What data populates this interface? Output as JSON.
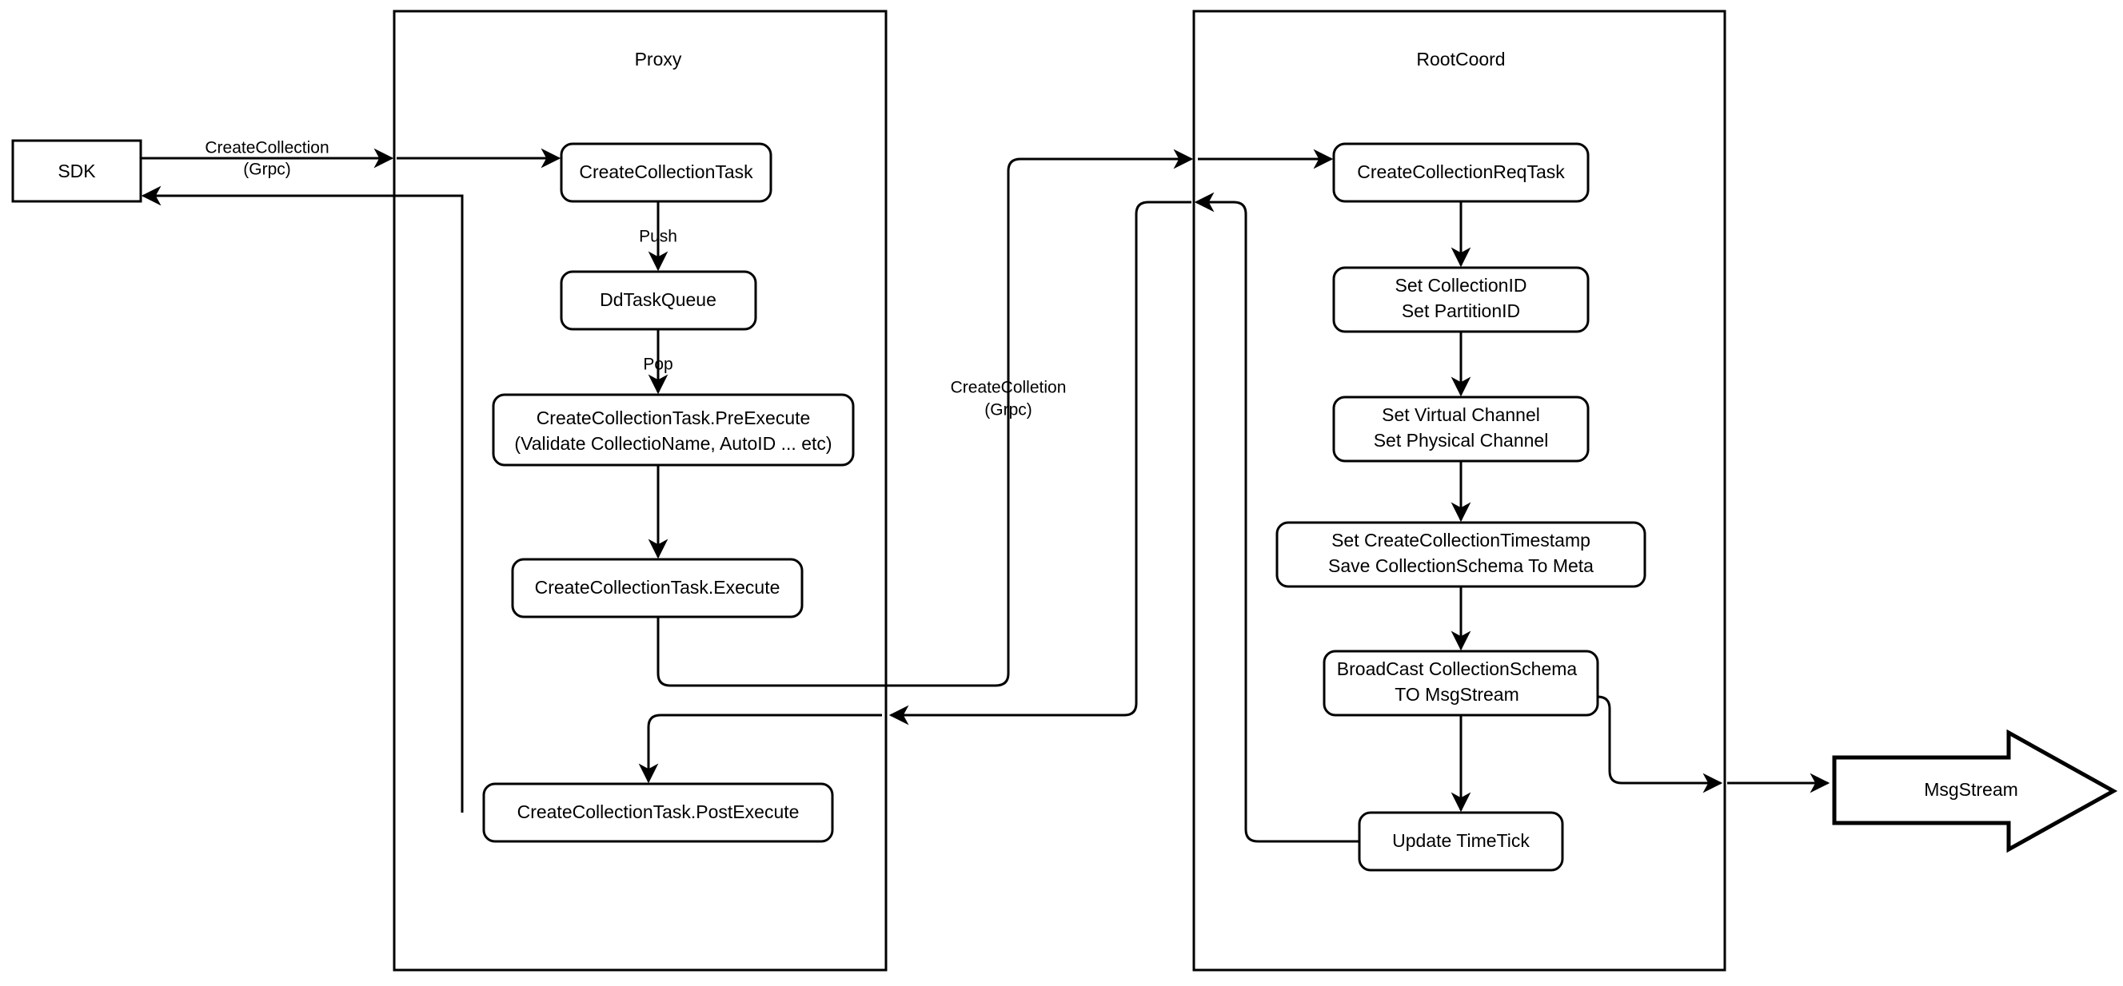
{
  "diagram": {
    "title": "CreateCollection flow: SDK -> Proxy -> RootCoord -> MsgStream",
    "colors": {
      "stroke": "#000000",
      "fill": "#ffffff",
      "text": "#000000"
    }
  },
  "sdk": {
    "label": "SDK"
  },
  "proxy": {
    "label": "Proxy",
    "nodes": [
      {
        "id": "create-collection-task",
        "line1": "CreateCollectionTask"
      },
      {
        "id": "dd-task-queue",
        "line1": "DdTaskQueue"
      },
      {
        "id": "pre-execute",
        "line1": "CreateCollectionTask.PreExecute",
        "line2": "(Validate CollectioName, AutoID ... etc)"
      },
      {
        "id": "execute",
        "line1": "CreateCollectionTask.Execute"
      },
      {
        "id": "post-execute",
        "line1": "CreateCollectionTask.PostExecute"
      }
    ]
  },
  "rootcoord": {
    "label": "RootCoord",
    "nodes": [
      {
        "id": "create-collection-req-task",
        "line1": "CreateCollectionReqTask"
      },
      {
        "id": "set-ids",
        "line1": "Set CollectionID",
        "line2": "Set PartitionID"
      },
      {
        "id": "set-channels",
        "line1": "Set Virtual Channel",
        "line2": "Set Physical Channel"
      },
      {
        "id": "save-meta",
        "line1": "Set CreateCollectionTimestamp",
        "line2": "Save CollectionSchema To Meta"
      },
      {
        "id": "broadcast",
        "line1": "BroadCast CollectionSchema",
        "line2": "TO MsgStream"
      },
      {
        "id": "update-timetick",
        "line1": "Update TimeTick"
      }
    ]
  },
  "msgstream": {
    "label": "MsgStream"
  },
  "edge_labels": {
    "sdk_to_proxy_line1": "CreateCollection",
    "sdk_to_proxy_line2": "(Grpc)",
    "push": "Push",
    "pop": "Pop",
    "proxy_to_rootcoord_line1": "CreateColletion",
    "proxy_to_rootcoord_line2": "(Grpc)"
  }
}
